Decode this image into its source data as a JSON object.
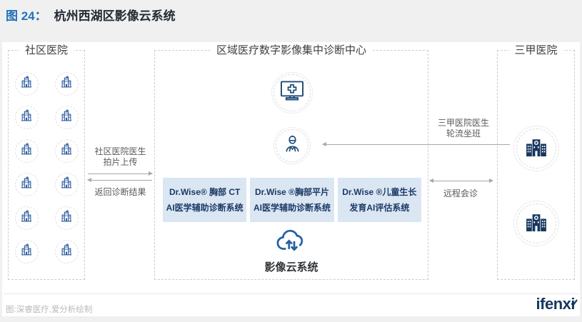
{
  "page": {
    "figure_label": "图 24：",
    "figure_title": "杭州西湖区影像云系统",
    "source_caption": "图:深睿医疗,爱分析绘制",
    "brand_logo": "ifenxi"
  },
  "colors": {
    "figure_label_blue": "#2272b9",
    "title_dark": "#252b35",
    "icon_navy": "#1f4e79",
    "hospital_icon_blue": "#2e5c9e",
    "filled_hospital_navy": "#17375e",
    "product_box_bg": "#dbe6f3",
    "product_text_navy": "#1b3a66",
    "connector_gray": "#a8a8ac",
    "label_gray": "#595959",
    "caption_gray": "#b9b9bb",
    "logo_navy": "#17375e"
  },
  "diagram": {
    "community_box": {
      "title": "社区医院",
      "hospital_count": 12
    },
    "center_box": {
      "title": "区域医疗数字影像集中诊断中心",
      "products": [
        {
          "line1": "Dr.Wise® 胸部 CT",
          "line2": "AI医学辅助诊断系统"
        },
        {
          "line1": "Dr.Wise ®胸部平片",
          "line2": "AI医学辅助诊断系统"
        },
        {
          "line1": "Dr.Wise ®儿童生长",
          "line2": "发育AI评估系统"
        }
      ],
      "cloud_label": "影像云系统"
    },
    "tertiary_box": {
      "title": "三甲医院",
      "hospital_count": 2
    },
    "connectors": {
      "upload": {
        "line1": "社区医院医生",
        "line2": "拍片上传"
      },
      "return_result": "返回诊断结果",
      "rotation": {
        "line1": "三甲医院医生",
        "line2": "轮流坐班"
      },
      "remote_consult": "远程会诊"
    }
  }
}
